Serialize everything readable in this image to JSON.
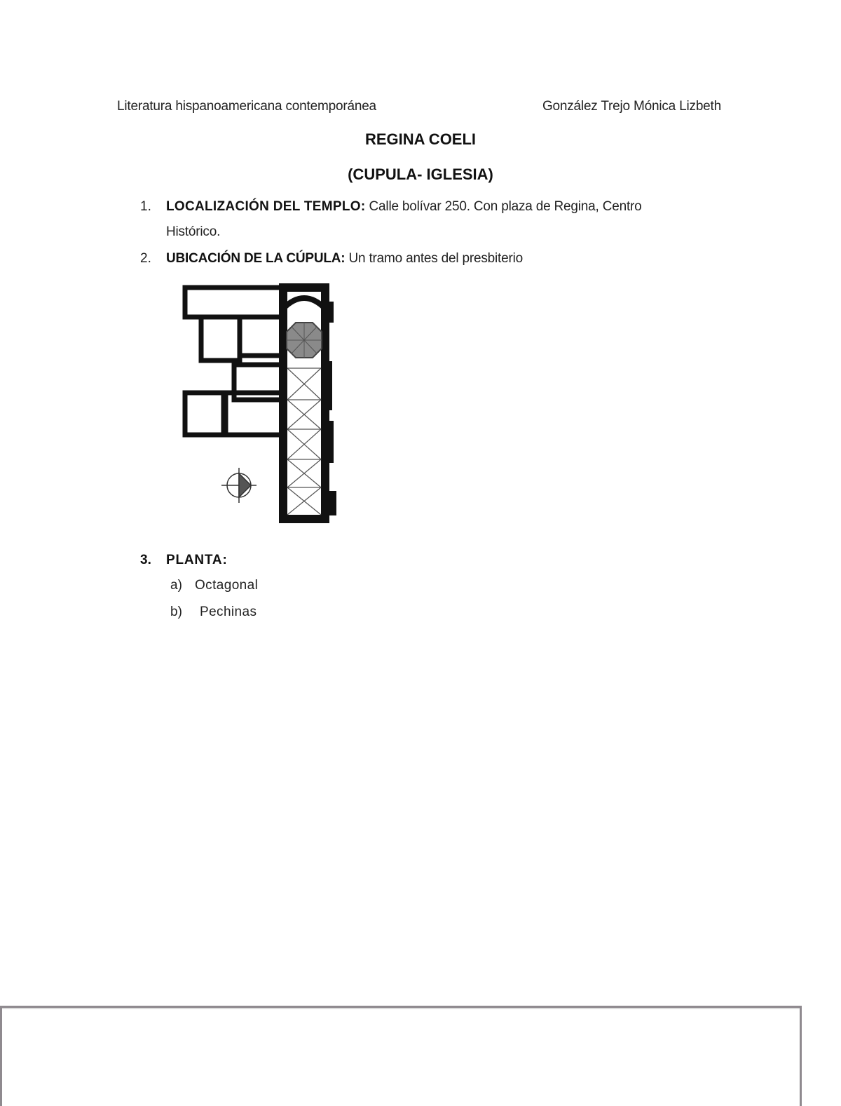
{
  "header": {
    "course": "Literatura hispanoamericana contemporánea",
    "author": "González Trejo Mónica Lizbeth"
  },
  "title": {
    "line1": "REGINA COELI",
    "line2": "(CUPULA- IGLESIA)"
  },
  "items": [
    {
      "number": "1.",
      "label": "LOCALIZACIÓN DEL TEMPLO:",
      "text_line1": " Calle bolívar 250. Con plaza de Regina, Centro",
      "text_line2": "Histórico."
    },
    {
      "number": "2.",
      "label": "UBICACIÓN DE LA CÚPULA:",
      "text": " Un tramo antes del presbiterio"
    },
    {
      "number": "3.",
      "label": "PLANTA:",
      "subitems": [
        {
          "marker": "a)",
          "text": "Octagonal"
        },
        {
          "marker": "b)",
          "text": "Pechinas"
        }
      ]
    }
  ],
  "figure": {
    "icon": "floor-plan-image",
    "description": "Church floor plan with octagonal dome and north compass rose"
  }
}
